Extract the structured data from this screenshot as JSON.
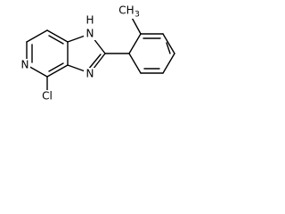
{
  "molecule": {
    "atoms": {
      "pyridine_n": "N",
      "nh_n": "N",
      "nh_h": "H",
      "imine_n": "N",
      "chlorine": "Cl",
      "methyl": "CH",
      "methyl_subscript": "3"
    }
  }
}
